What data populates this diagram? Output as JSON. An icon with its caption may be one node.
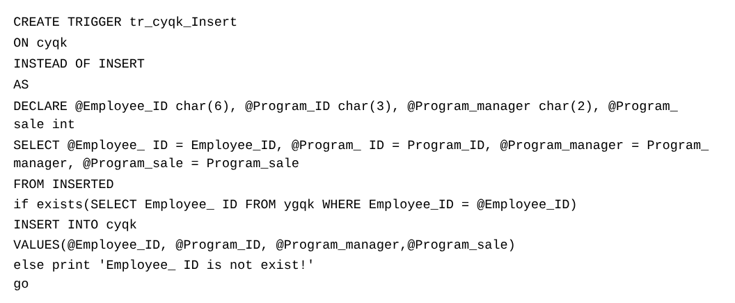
{
  "diagram": {
    "labels": [
      "CREATE TRIGGER tr_cyqk_Insert",
      "ON cyqk",
      "INSTEAD OF INSERT",
      "AS",
      "DECLARE @Employee_ID char(6), @Program_ID char(3), @Program_manager char(2),  @Program_",
      "sale int",
      "SELECT @Employee_ ID = Employee_ID, @Program_ ID = Program_ID, @Program_manager = Program_",
      "manager, @Program_sale = Program_sale",
      "FROM INSERTED",
      "if exists(SELECT Employee_ ID FROM ygqk WHERE Employee_ID = @Employee_ID)",
      "INSERT INTO cyqk",
      "VALUES(@Employee_ID, @Program_ID, @Program_manager,@Program_sale)",
      "else print 'Employee_ ID is not exist!'",
      "go"
    ]
  }
}
